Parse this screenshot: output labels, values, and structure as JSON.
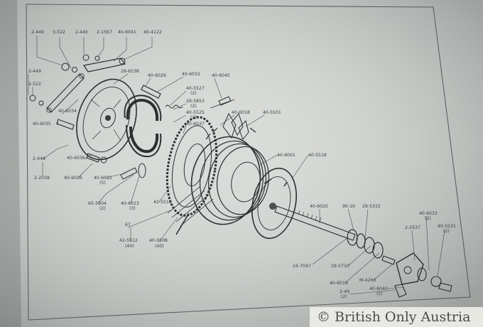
{
  "part_labels": [
    {
      "id": "2-449-a",
      "text": "2-449"
    },
    {
      "id": "3-522",
      "text": "3-522"
    },
    {
      "id": "2-440",
      "text": "2-440"
    },
    {
      "id": "2-1567",
      "text": "2-1567"
    },
    {
      "id": "40-6041",
      "text": "40-6041"
    },
    {
      "id": "40-4122",
      "text": "40-4122"
    },
    {
      "id": "2-449-b",
      "text": "2-449"
    },
    {
      "id": "2-522",
      "text": "2-522"
    },
    {
      "id": "29-6238",
      "text": "29-6238"
    },
    {
      "id": "40-6029",
      "text": "40-6029"
    },
    {
      "id": "40-6032",
      "text": "40-6032"
    },
    {
      "id": "40-6045",
      "text": "40-6045"
    },
    {
      "id": "40-6034",
      "text": "40-6034"
    },
    {
      "id": "40-5527",
      "text": "40-5527",
      "qty": "(2)"
    },
    {
      "id": "29-5853",
      "text": "29-5853",
      "qty": "(2)"
    },
    {
      "id": "40-5525",
      "text": "40-5525",
      "qty": "(2)"
    },
    {
      "id": "40-6018",
      "text": "40-6018"
    },
    {
      "id": "40-5501",
      "text": "40-5501"
    },
    {
      "id": "40-6035",
      "text": "40-6035"
    },
    {
      "id": "40-6037",
      "text": "40-6037"
    },
    {
      "id": "2-449-c",
      "text": "2-449"
    },
    {
      "id": "40-6036",
      "text": "40-6036"
    },
    {
      "id": "40-6001",
      "text": "40-6001"
    },
    {
      "id": "40-5518",
      "text": "40-5518"
    },
    {
      "id": "2-2038",
      "text": "2-2038"
    },
    {
      "id": "40-6026",
      "text": "40-6026"
    },
    {
      "id": "40-6022",
      "text": "40-6022",
      "qty": "(5)"
    },
    {
      "id": "65-5904",
      "text": "65-5904",
      "qty": "(2)"
    },
    {
      "id": "40-6023",
      "text": "40-6023",
      "qty": "(3)"
    },
    {
      "id": "42-5519",
      "text": "42-5519"
    },
    {
      "id": "40-6020",
      "text": "40-6020"
    },
    {
      "id": "90-10",
      "text": "90-10"
    },
    {
      "id": "29-5315",
      "text": "29-5315"
    },
    {
      "id": "40-6033",
      "text": "40-6033",
      "qty": "(2)"
    },
    {
      "id": "2-2537",
      "text": "2-2537"
    },
    {
      "id": "40-5531",
      "text": "40-5531",
      "qty": "(2)"
    },
    {
      "id": "67",
      "text": "67"
    },
    {
      "id": "42-5512",
      "text": "42-5512",
      "qty": "(40)"
    },
    {
      "id": "40-5508",
      "text": "40-5508",
      "qty": "(40)"
    },
    {
      "id": "24-7047",
      "text": "24-7047"
    },
    {
      "id": "29-5710",
      "text": "29-5710"
    },
    {
      "id": "40-6019",
      "text": "40-6019"
    },
    {
      "id": "M-4266",
      "text": "M-4266"
    },
    {
      "id": "2-49",
      "text": "2-49",
      "qty": "(2)"
    },
    {
      "id": "40-6040",
      "text": "40-6040",
      "qty": "(2)"
    }
  ],
  "watermark": "© British Only Austria"
}
